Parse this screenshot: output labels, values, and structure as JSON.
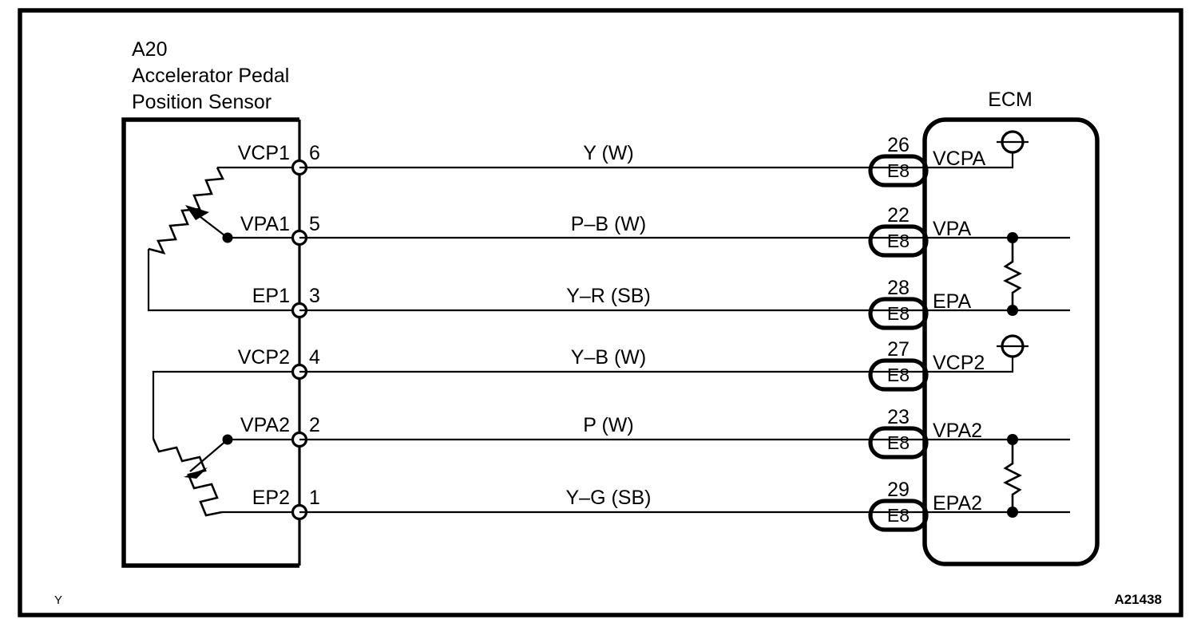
{
  "figure": {
    "code": "A21438",
    "corner_mark": "Y",
    "left_component": {
      "id": "A20",
      "name_line1": "Accelerator Pedal",
      "name_line2": "Position Sensor"
    },
    "right_component": {
      "name": "ECM"
    }
  },
  "connections": [
    {
      "sensor_terminal": "VCP1",
      "sensor_pin": "6",
      "wire_color": "Y (W)",
      "ecm_pin": "26",
      "ecm_connector": "E8",
      "ecm_terminal": "VCPA"
    },
    {
      "sensor_terminal": "VPA1",
      "sensor_pin": "5",
      "wire_color": "P–B (W)",
      "ecm_pin": "22",
      "ecm_connector": "E8",
      "ecm_terminal": "VPA"
    },
    {
      "sensor_terminal": "EP1",
      "sensor_pin": "3",
      "wire_color": "Y–R (SB)",
      "ecm_pin": "28",
      "ecm_connector": "E8",
      "ecm_terminal": "EPA"
    },
    {
      "sensor_terminal": "VCP2",
      "sensor_pin": "4",
      "wire_color": "Y–B (W)",
      "ecm_pin": "27",
      "ecm_connector": "E8",
      "ecm_terminal": "VCP2"
    },
    {
      "sensor_terminal": "VPA2",
      "sensor_pin": "2",
      "wire_color": "P (W)",
      "ecm_pin": "23",
      "ecm_connector": "E8",
      "ecm_terminal": "VPA2"
    },
    {
      "sensor_terminal": "EP2",
      "sensor_pin": "1",
      "wire_color": "Y–G (SB)",
      "ecm_pin": "29",
      "ecm_connector": "E8",
      "ecm_terminal": "EPA2"
    }
  ],
  "colors": {
    "line": "#000000",
    "background": "#ffffff"
  }
}
